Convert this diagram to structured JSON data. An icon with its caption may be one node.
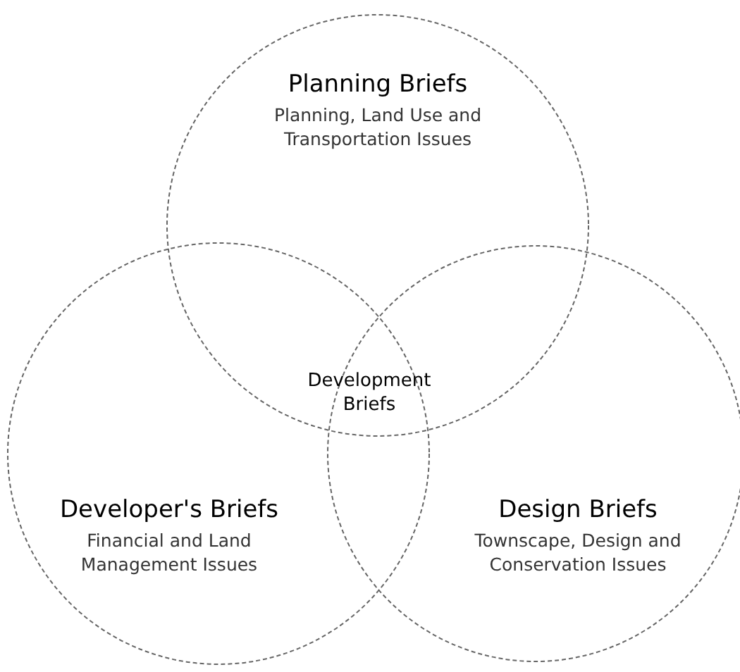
{
  "diagram": {
    "nodes": [
      {
        "text": [
          "Planning Briefs",
          "Planning, Land Use and Transportation Issues"
        ]
      },
      {
        "text": [
          "Developer's Briefs",
          "Financial and Land Management Issues"
        ]
      },
      {
        "text": [
          "Design Briefs",
          "Townscape, Design and Conservation Issues"
        ]
      }
    ],
    "labels": [
      "Development Briefs"
    ]
  }
}
